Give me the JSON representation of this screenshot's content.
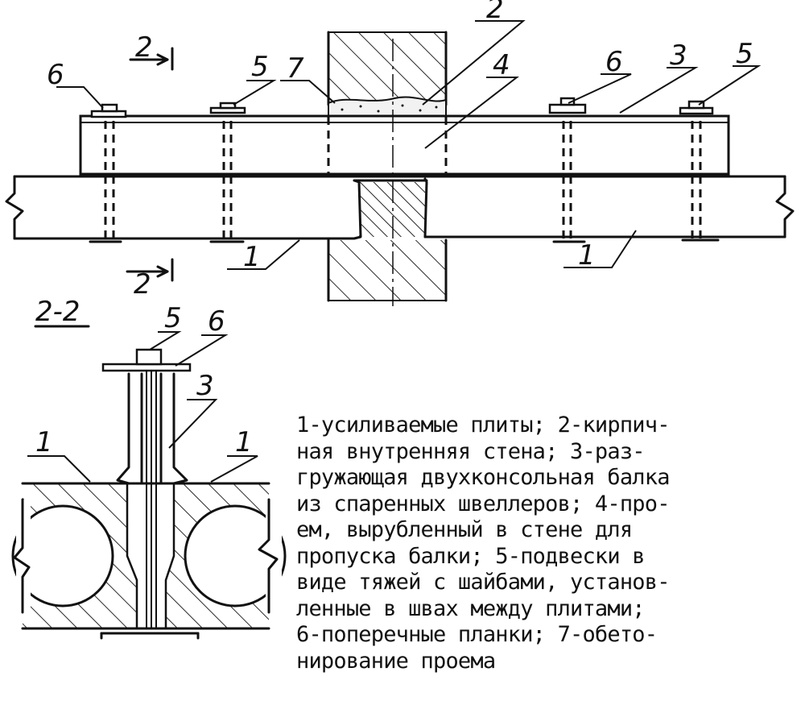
{
  "callouts": {
    "plan": [
      {
        "id": "c6-left",
        "text": "6"
      },
      {
        "id": "c5-left",
        "text": "5"
      },
      {
        "id": "c7",
        "text": "7"
      },
      {
        "id": "c2-wall",
        "text": "2"
      },
      {
        "id": "c4",
        "text": "4"
      },
      {
        "id": "c6-right",
        "text": "6"
      },
      {
        "id": "c3",
        "text": "3"
      },
      {
        "id": "c5-right",
        "text": "5"
      },
      {
        "id": "c1-left",
        "text": "1"
      },
      {
        "id": "c1-right",
        "text": "1"
      }
    ],
    "section": [
      {
        "id": "s5",
        "text": "5"
      },
      {
        "id": "s6",
        "text": "6"
      },
      {
        "id": "s3",
        "text": "3"
      },
      {
        "id": "s1-left",
        "text": "1"
      },
      {
        "id": "s1-right",
        "text": "1"
      }
    ]
  },
  "section_cut": {
    "top_label": "2",
    "bottom_label": "2",
    "title": "2-2"
  },
  "legend_text": "1-усиливаемые плиты; 2-кирпич-\nная внутренняя стена; 3-раз-\nгружающая двухконсольная балка\nиз спаренных швеллеров; 4-про-\nем, вырубленный в стене для\nпропуска балки; 5-подвески в\nвиде тяжей с шайбами, установ-\nленные в швах между плитами;\n6-поперечные планки; 7-обето-\nнирование проема"
}
